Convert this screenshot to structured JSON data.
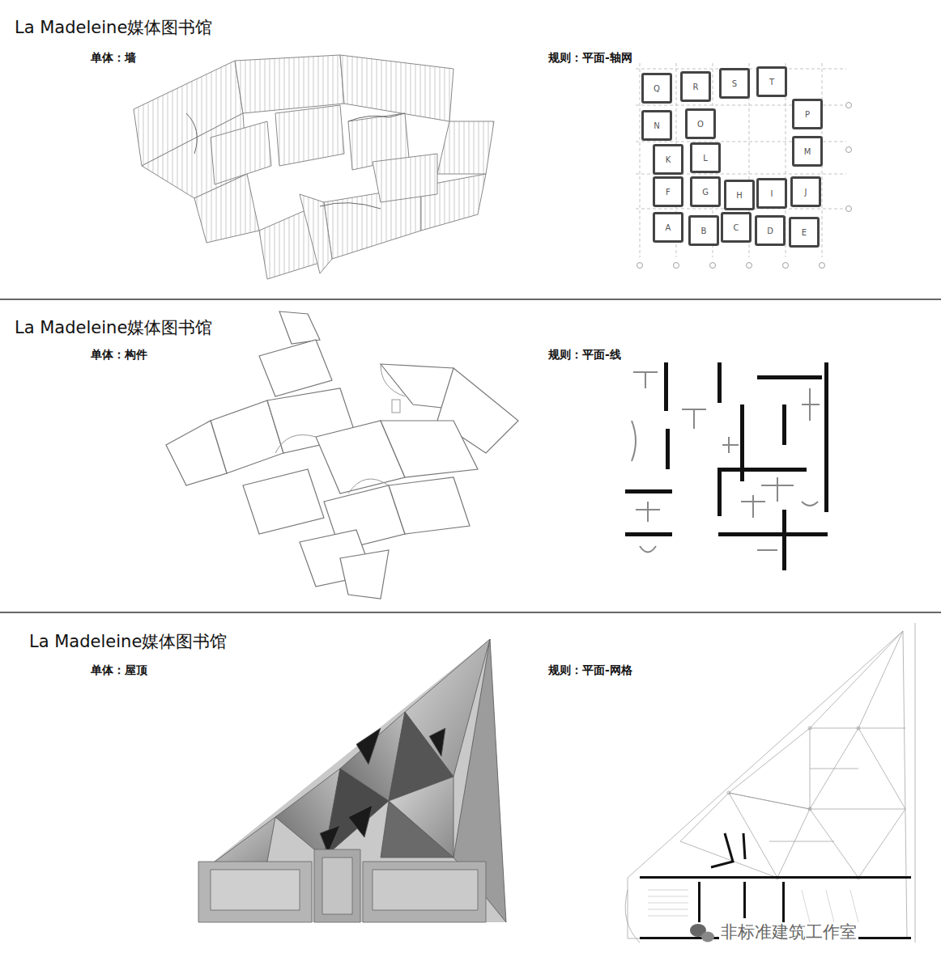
{
  "diagram": {
    "nodes": [
      {
        "text": [
          "Q"
        ]
      },
      {
        "text": [
          "R"
        ]
      },
      {
        "text": [
          "S"
        ]
      },
      {
        "text": [
          "T"
        ]
      },
      {
        "text": [
          "N"
        ]
      },
      {
        "text": [
          "O"
        ]
      },
      {
        "text": [
          "P"
        ]
      },
      {
        "text": [
          "K"
        ]
      },
      {
        "text": [
          "L"
        ]
      },
      {
        "text": [
          "M"
        ]
      },
      {
        "text": [
          "F"
        ]
      },
      {
        "text": [
          "G"
        ]
      },
      {
        "text": [
          "H"
        ]
      },
      {
        "text": [
          "I"
        ]
      },
      {
        "text": [
          "J"
        ]
      },
      {
        "text": [
          "A"
        ]
      },
      {
        "text": [
          "B"
        ]
      },
      {
        "text": [
          "C"
        ]
      },
      {
        "text": [
          "D"
        ]
      },
      {
        "text": [
          "E"
        ]
      }
    ],
    "labels": [
      "La Madeleine媒体图书馆",
      "单体：墙",
      "规则：平面-轴网",
      "La Madeleine媒体图书馆",
      "单体：构件",
      "规则：平面-线",
      "La Madeleine媒体图书馆",
      "单体：屋顶",
      "规则：平面-网格",
      "非标准建筑工作室"
    ]
  }
}
